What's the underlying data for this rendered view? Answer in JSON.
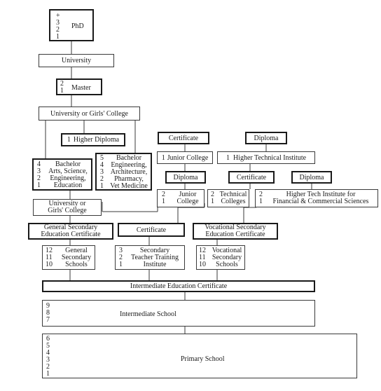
{
  "phd": {
    "years": [
      "+",
      "3",
      "2",
      "1"
    ],
    "label": "PhD"
  },
  "university": {
    "label": "University"
  },
  "master": {
    "years": [
      "2",
      "1"
    ],
    "label": "Master"
  },
  "univ_girls_college": {
    "label": "University or Girls' College"
  },
  "higher_diploma": {
    "years": "1",
    "label": "Higher Diploma"
  },
  "bachelor_arts": {
    "years": [
      "4",
      "3",
      "2",
      "1"
    ],
    "lines": [
      "Bachelor",
      "Arts, Science,",
      "Engineering,",
      "Education"
    ]
  },
  "bachelor_eng": {
    "years": [
      "5",
      "4",
      "3",
      "2",
      "1"
    ],
    "lines": [
      "Bachelor",
      "Engineering,",
      "Architecture,",
      "Pharmacy,",
      "Vet Medicine"
    ]
  },
  "univ_girls_college_2": {
    "lines": [
      "University or",
      "Girls' College"
    ]
  },
  "certificate_top": {
    "label": "Certificate"
  },
  "diploma_top": {
    "label": "Diploma"
  },
  "junior_college_1": {
    "years": "1",
    "label": "Junior College"
  },
  "higher_tech_institute": {
    "years": "1",
    "label": "Higher Technical Institute"
  },
  "diploma_mid": {
    "label": "Diploma"
  },
  "certificate_mid": {
    "label": "Certificate"
  },
  "diploma_right": {
    "label": "Diploma"
  },
  "junior_college_2": {
    "years": [
      "2",
      "1"
    ],
    "lines": [
      "Junior",
      "College"
    ]
  },
  "technical_colleges": {
    "years": [
      "2",
      "1"
    ],
    "lines": [
      "Technical",
      "Colleges"
    ]
  },
  "higher_tech_finance": {
    "years": [
      "2",
      "1"
    ],
    "lines": [
      "Higher Tech Institute for",
      "Financial & Commercial Sciences"
    ]
  },
  "gen_sec_cert": {
    "lines": [
      "General Secondary",
      "Education Certificate"
    ]
  },
  "certificate_teacher": {
    "label": "Certificate"
  },
  "voc_sec_cert": {
    "lines": [
      "Vocational Secondary",
      "Education Certificate"
    ]
  },
  "general_secondary": {
    "years": [
      "12",
      "11",
      "10"
    ],
    "lines": [
      "General",
      "Secondary",
      "Schools"
    ]
  },
  "teacher_training": {
    "years": [
      "3",
      "2",
      "1"
    ],
    "lines": [
      "Secondary",
      "Teacher Training",
      "Institute"
    ]
  },
  "vocational_secondary": {
    "years": [
      "12",
      "11",
      "10"
    ],
    "lines": [
      "Vocational",
      "Secondary",
      "Schools"
    ]
  },
  "intermediate_cert": {
    "label": "Intermediate Education Certificate"
  },
  "intermediate_school": {
    "years": [
      "9",
      "8",
      "7"
    ],
    "label": "Intermediate School"
  },
  "primary_school": {
    "years": [
      "6",
      "5",
      "4",
      "3",
      "2",
      "1"
    ],
    "label": "Primary School"
  }
}
